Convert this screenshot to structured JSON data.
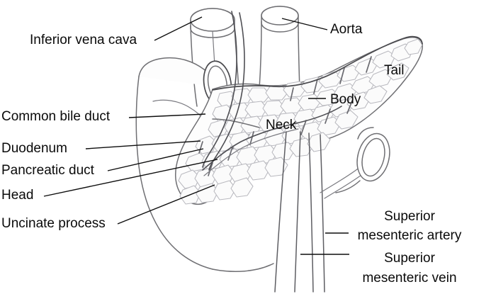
{
  "figure": {
    "kind": "anatomical-line-diagram",
    "subject": "Pancreas and surrounding structures",
    "background_color": "#ffffff",
    "line_color": "#6f6f73",
    "label_color": "#0a0a0a"
  },
  "labels": {
    "inferior_vena_cava": "Inferior vena cava",
    "aorta": "Aorta",
    "tail": "Tail",
    "body": "Body",
    "neck": "Neck",
    "common_bile_duct": "Common bile duct",
    "duodenum": "Duodenum",
    "pancreatic_duct": "Pancreatic duct",
    "head": "Head",
    "uncinate_process": "Uncinate process",
    "superior_mesenteric_artery_line1": "Superior",
    "superior_mesenteric_artery_line2": "mesenteric artery",
    "superior_mesenteric_vein_line1": "Superior",
    "superior_mesenteric_vein_line2": "mesenteric vein"
  },
  "structures": [
    {
      "name": "inferior-vena-cava",
      "type": "vessel-cylinder"
    },
    {
      "name": "aorta",
      "type": "vessel-cylinder"
    },
    {
      "name": "duodenum",
      "type": "organ-loop"
    },
    {
      "name": "pancreas",
      "type": "organ-lobulated"
    },
    {
      "name": "common-bile-duct",
      "type": "duct"
    },
    {
      "name": "pancreatic-duct",
      "type": "duct"
    },
    {
      "name": "superior-mesenteric-artery",
      "type": "vessel"
    },
    {
      "name": "superior-mesenteric-vein",
      "type": "vessel"
    },
    {
      "name": "splenic-vessel-ring",
      "type": "vessel-cross-section"
    },
    {
      "name": "duodenal-lumen-ring",
      "type": "lumen-cross-section"
    }
  ]
}
